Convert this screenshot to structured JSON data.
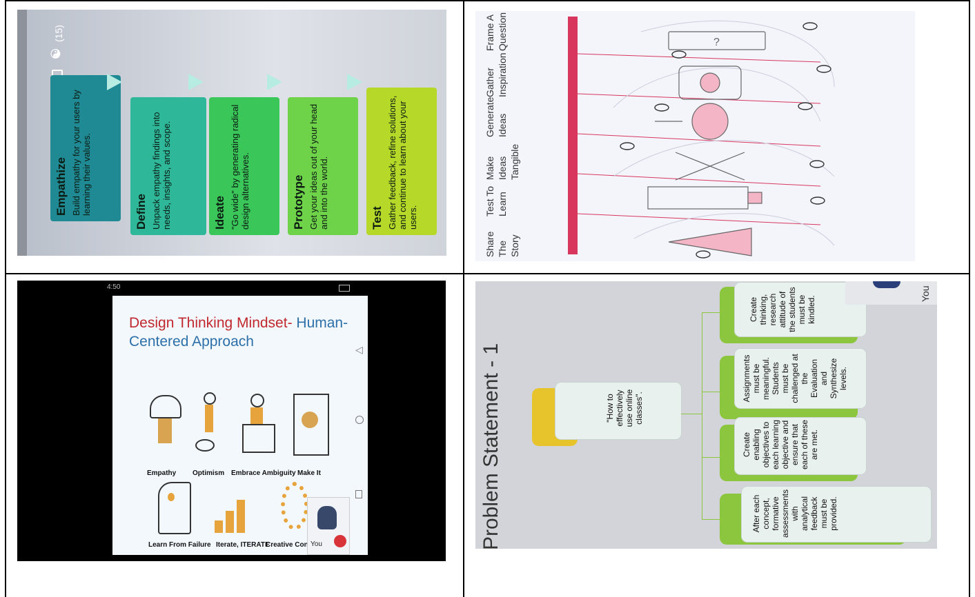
{
  "panel_empathize": {
    "status_count": "(15)",
    "steps": [
      {
        "title": "Empathize",
        "text": "Build empathy for your users by learning their values."
      },
      {
        "title": "Define",
        "text": "Unpack empathy findings into needs, insights, and scope."
      },
      {
        "title": "Ideate",
        "text": "\"Go wide\" by generating radical design alternatives."
      },
      {
        "title": "Prototype",
        "text": "Get your ideas out of your head and into the world."
      },
      {
        "title": "Test",
        "text": "Gather feedback, refine solutions, and continue to learn about your users."
      }
    ],
    "colors": [
      "#1f8a94",
      "#2fb79a",
      "#3bc65a",
      "#6fd34a",
      "#b6d829"
    ]
  },
  "panel_process": {
    "stages": [
      {
        "line1": "Frame A",
        "line2": "Question"
      },
      {
        "line1": "Gather",
        "line2": "Inspiration"
      },
      {
        "line1": "Generate",
        "line2": "Ideas"
      },
      {
        "line1": "Make Ideas",
        "line2": "Tangible"
      },
      {
        "line1": "Test To",
        "line2": "Learn"
      },
      {
        "line1": "Share The",
        "line2": "Story"
      }
    ],
    "accent": "#d9365d"
  },
  "panel_mindset": {
    "status_time": "4:50",
    "title_red": "Design Thinking  Mindset-",
    "title_blue": " Human-Centered Approach",
    "items_row1": [
      "Empathy",
      "Optimism",
      "Embrace Ambiguity",
      "Make It"
    ],
    "items_row2": [
      "Learn From Failure",
      "Iterate, ITERATE",
      "Creative Confide"
    ],
    "you_label": "You"
  },
  "panel_problem": {
    "title": "Problem Statement - 1",
    "question": "\"How to effectively use online classes\".",
    "statements": [
      "Create thinking, research attitude of the students must be kindled.",
      "Assignments must be meaningful. Students must be challenged at the Evaluation and Synthesize levels.",
      "Create enabling objectives to each learning objective and ensure that each of these are met.",
      "After each concept, formative assessments with analytical feedback must be provided."
    ],
    "you_label": "You"
  }
}
